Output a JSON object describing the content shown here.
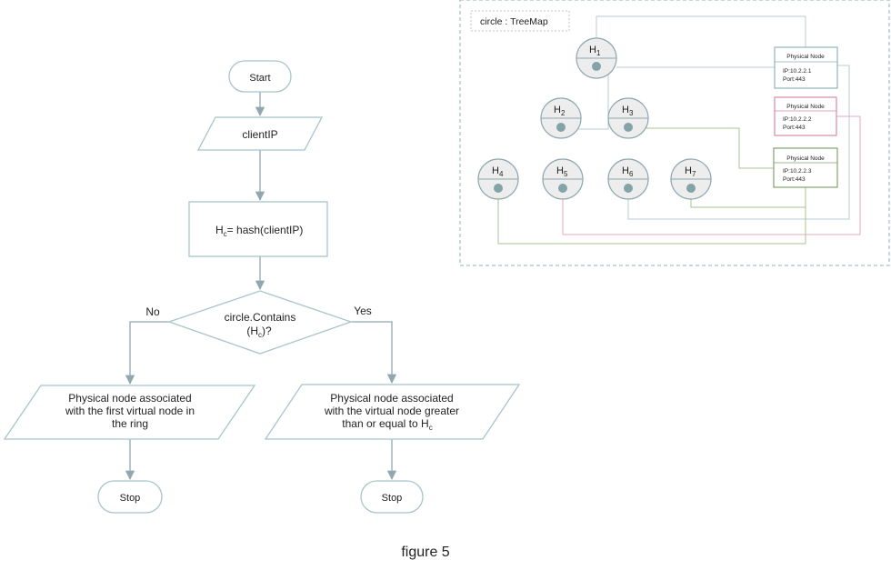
{
  "flowchart": {
    "start": "Start",
    "input": "clientIP",
    "hash_prefix": "H",
    "hash_sub": "c",
    "hash_suffix": "= hash(clientIP)",
    "decision_line1": "circle.Contains",
    "decision_open": "(H",
    "decision_sub": "c",
    "decision_close": ")?",
    "no_label": "No",
    "yes_label": "Yes",
    "left_output": [
      "Physical node associated",
      "with the first virtual node in",
      "the ring"
    ],
    "right_output_line1": "Physical node associated",
    "right_output_line2": "with the virtual node greater",
    "right_output_line3_prefix": "than or equal to H",
    "right_output_line3_sub": "c",
    "stop_left": "Stop",
    "stop_right": "Stop"
  },
  "treemap": {
    "title": "circle : TreeMap",
    "hash_nodes": [
      {
        "letter": "H",
        "index": "1"
      },
      {
        "letter": "H",
        "index": "2"
      },
      {
        "letter": "H",
        "index": "3"
      },
      {
        "letter": "H",
        "index": "4"
      },
      {
        "letter": "H",
        "index": "5"
      },
      {
        "letter": "H",
        "index": "6"
      },
      {
        "letter": "H",
        "index": "7"
      }
    ],
    "physical_nodes": [
      {
        "title": "Physical Node",
        "ip": "IP:10.2.2.1",
        "port": "Port:443",
        "color": "#8fb3b9"
      },
      {
        "title": "Physical Node",
        "ip": "IP:10.2.2.2",
        "port": "Port:443",
        "color": "#d98aa8"
      },
      {
        "title": "Physical Node",
        "ip": "IP:10.2.2.3",
        "port": "Port:443",
        "color": "#7fa36a"
      }
    ],
    "dashed_border_color": "#8fb3b9"
  },
  "caption": "figure 5",
  "colors": {
    "shape_stroke": "#a9c4c9",
    "arrow": "#8fa8ad",
    "node_fill": "#ededed",
    "node_dot": "#83a3a8",
    "link_teal": "#b8cdd1",
    "link_pink": "#e2a9c0",
    "link_green": "#a9c190"
  }
}
